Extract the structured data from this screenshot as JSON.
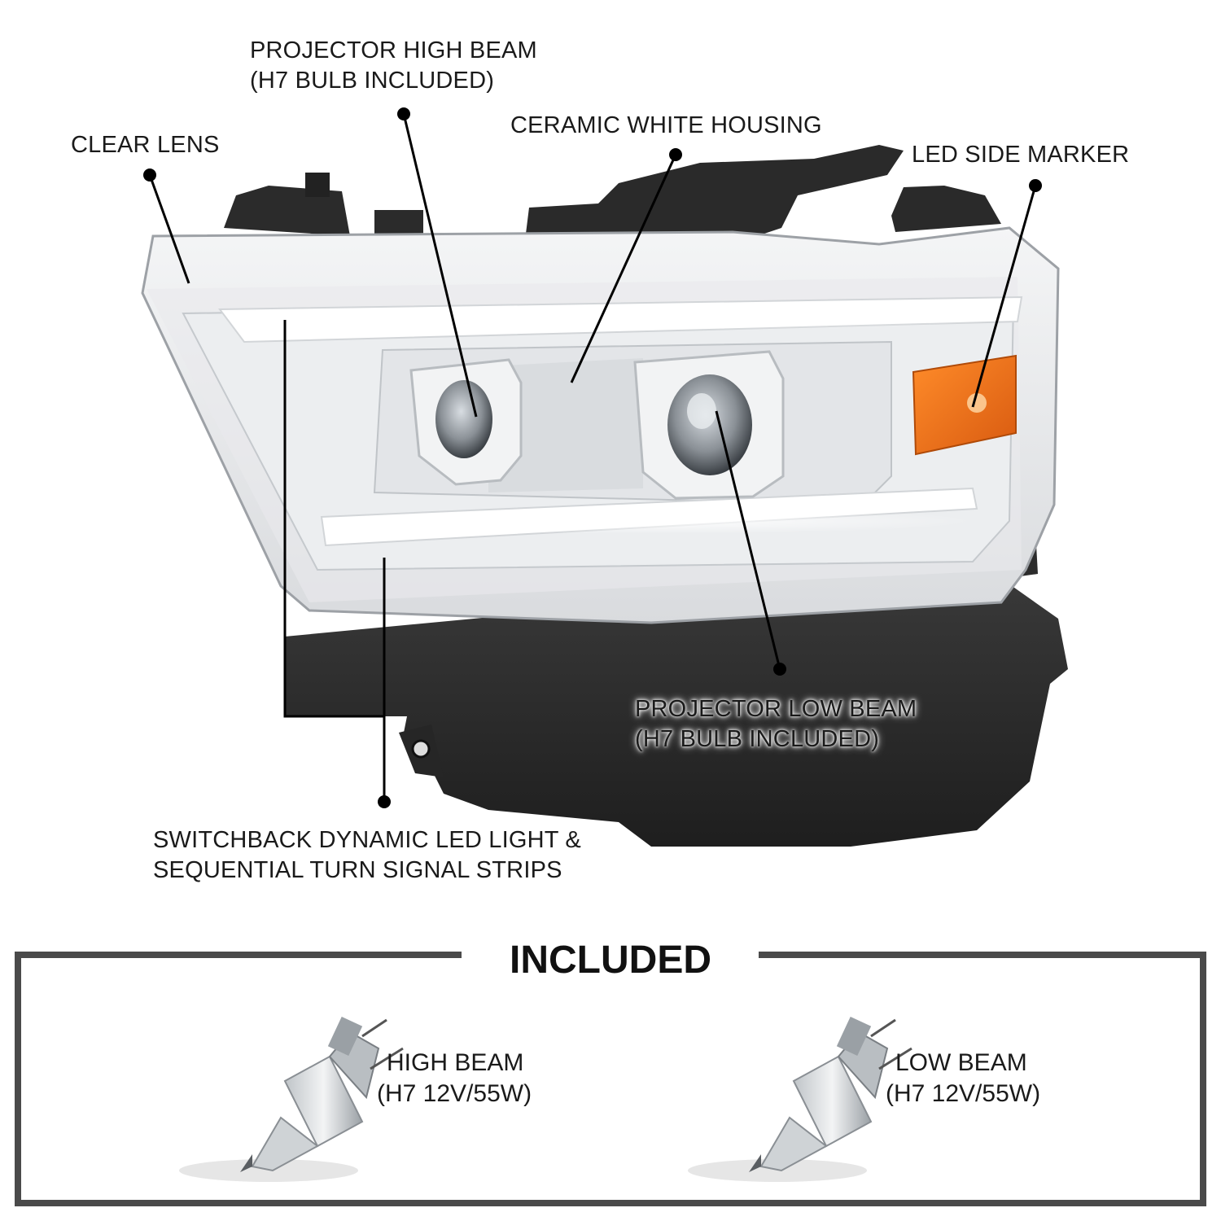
{
  "callouts": {
    "clear_lens": "CLEAR LENS",
    "projector_high_beam": {
      "line1": "PROJECTOR HIGH BEAM",
      "line2": "(H7 BULB INCLUDED)"
    },
    "ceramic_white_housing": "CERAMIC WHITE HOUSING",
    "led_side_marker": "LED SIDE MARKER",
    "projector_low_beam": {
      "line1": "PROJECTOR LOW BEAM",
      "line2": "(H7 BULB INCLUDED)"
    },
    "switchback": {
      "line1": "SWITCHBACK DYNAMIC LED LIGHT &",
      "line2": "SEQUENTIAL TURN SIGNAL STRIPS"
    }
  },
  "included": {
    "title": "INCLUDED",
    "items": [
      {
        "name_line": "HIGH BEAM",
        "spec_line": "(H7 12V/55W)"
      },
      {
        "name_line": "LOW BEAM",
        "spec_line": "(H7 12V/55W)"
      }
    ]
  },
  "colors": {
    "accent_amber": "#f07a1a",
    "housing_black": "#2a2a2a",
    "frame_gray": "#4a4a4a"
  }
}
